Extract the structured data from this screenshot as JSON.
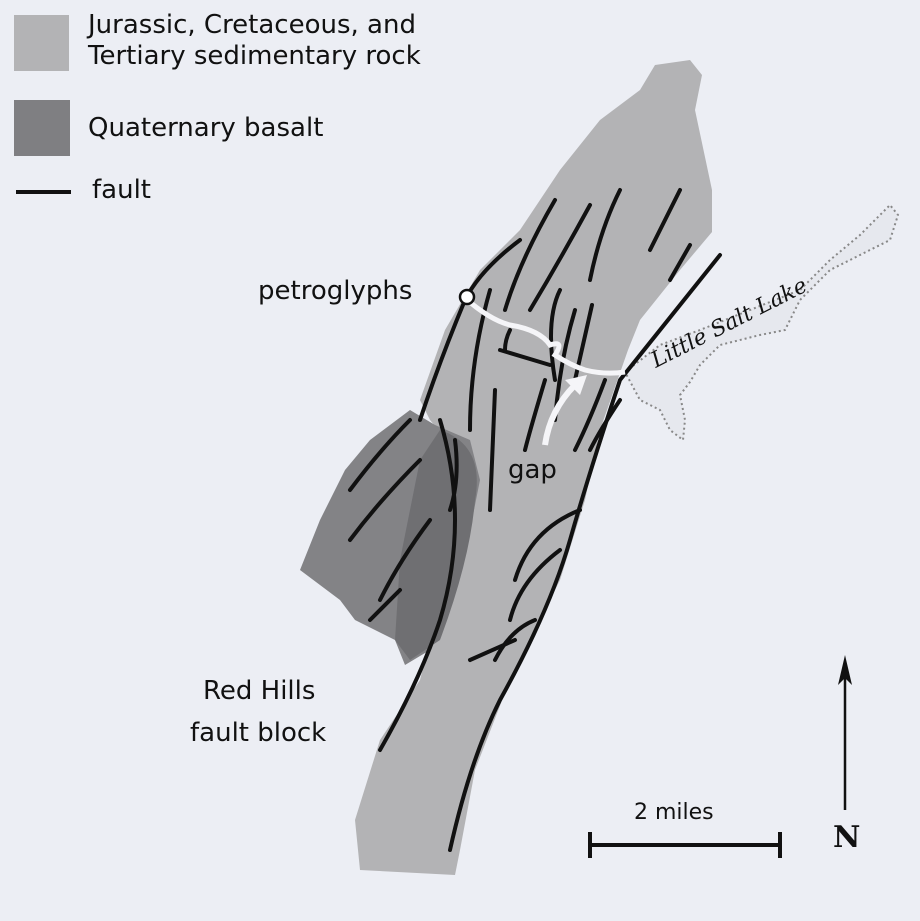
{
  "legend": {
    "items": [
      {
        "label_line1": "Jurassic, Cretaceous, and",
        "label_line2": "Tertiary sedimentary rock",
        "color": "#b3b3b5"
      },
      {
        "label": "Quaternary basalt",
        "color": "#7f7f82"
      },
      {
        "label": "fault",
        "color": "#111111"
      }
    ]
  },
  "map": {
    "labels": {
      "petroglyphs": "petroglyphs",
      "gap": "gap",
      "lake": "Little Salt Lake",
      "block_line1": "Red Hills",
      "block_line2": "fault block"
    },
    "scale_bar": "2 miles",
    "north": "N"
  }
}
